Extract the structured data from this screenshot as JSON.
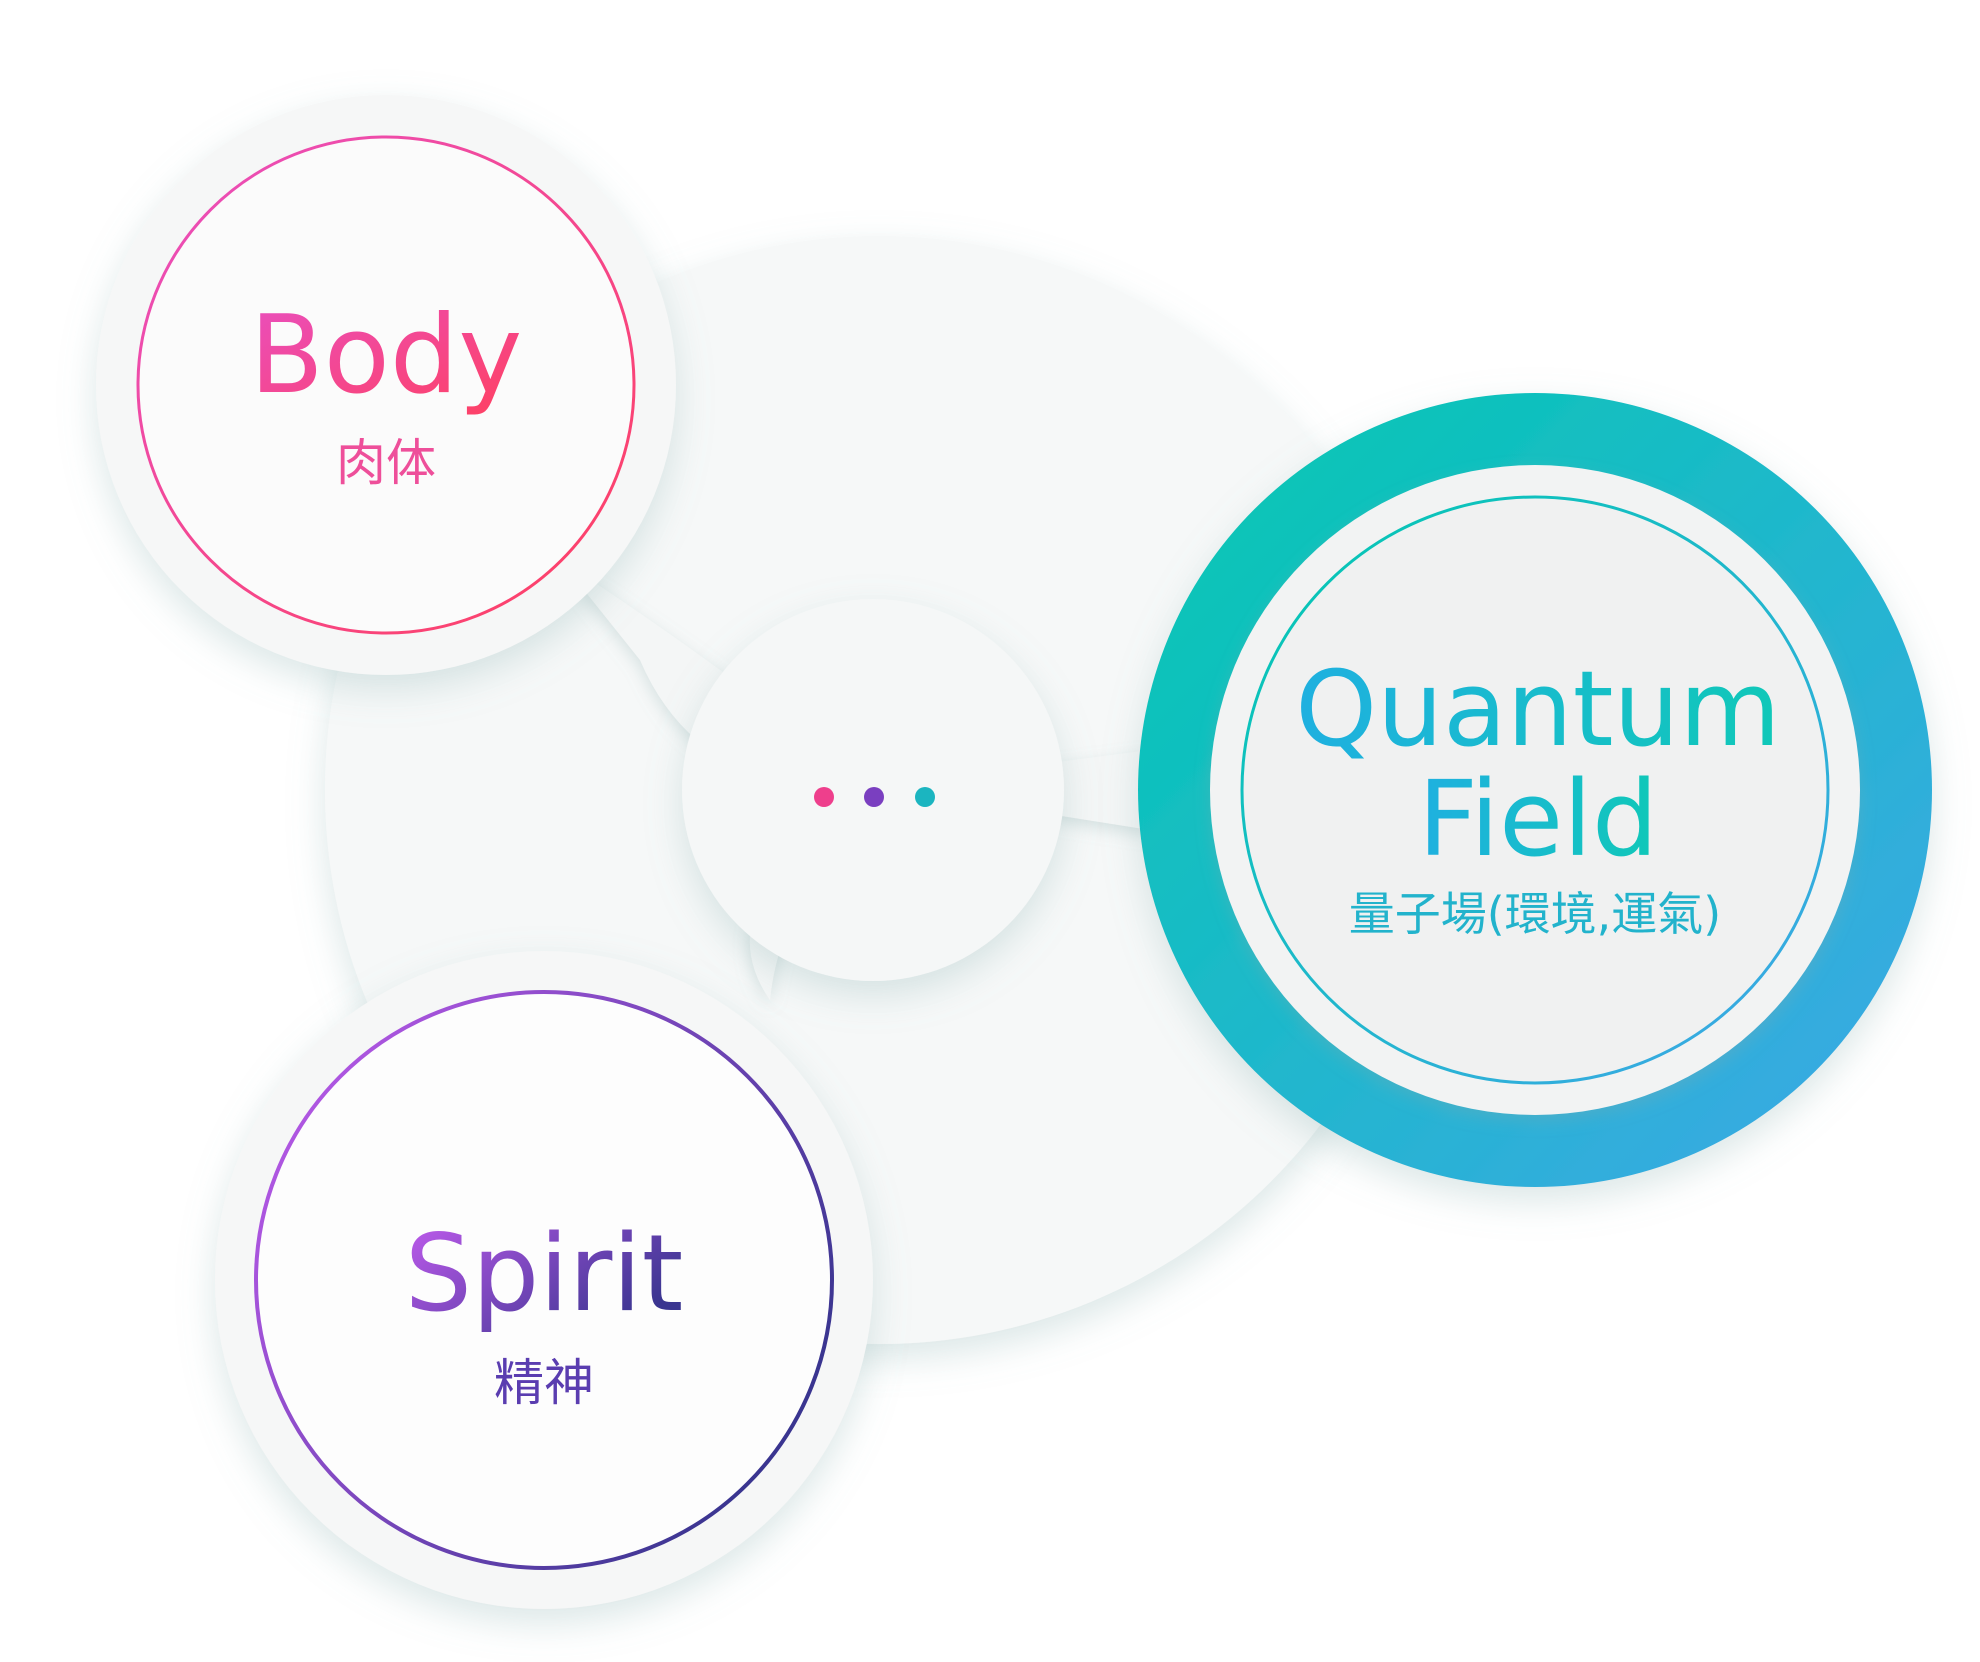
{
  "nodes": {
    "body": {
      "title": "Body",
      "subtitle": "肉体"
    },
    "spirit": {
      "title": "Spirit",
      "subtitle": "精神"
    },
    "quantum": {
      "title_line1": "Quantum",
      "title_line2": "Field",
      "subtitle": "量子場(環境,運氣)"
    }
  },
  "center": {
    "icon": "ellipsis-dots-icon"
  },
  "colors": {
    "body_start": "#e94fc0",
    "body_end": "#ff4060",
    "spirit_start": "#c45cf0",
    "spirit_end": "#3a3590",
    "quantum_start": "#00c9b0",
    "quantum_end": "#3fa6e8",
    "dot1": "#ee3f8c",
    "dot2": "#7a3fc0",
    "dot3": "#1bb5c0"
  }
}
